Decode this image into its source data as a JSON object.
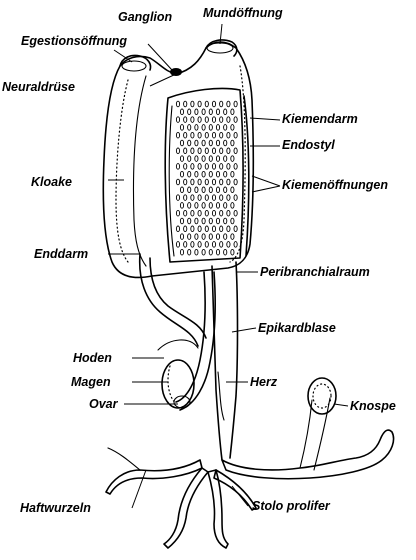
{
  "labels": {
    "ganglion": "Ganglion",
    "mundoeffnung": "Mundöffnung",
    "egestionsoeffnung": "Egestionsöffnung",
    "neuraldruese": "Neuraldrüse",
    "kiemendarm": "Kiemendarm",
    "endostyl": "Endostyl",
    "kloake": "Kloake",
    "kiemenoeffnungen": "Kiemenöffnungen",
    "enddarm": "Enddarm",
    "peribranchialraum": "Peribranchialraum",
    "epikardblase": "Epikardblase",
    "hoden": "Hoden",
    "magen": "Magen",
    "herz": "Herz",
    "knospe": "Knospe",
    "ovar": "Ovar",
    "haftwurzeln": "Haftwurzeln",
    "stolo_prolifer": "Stolo prolifer"
  }
}
